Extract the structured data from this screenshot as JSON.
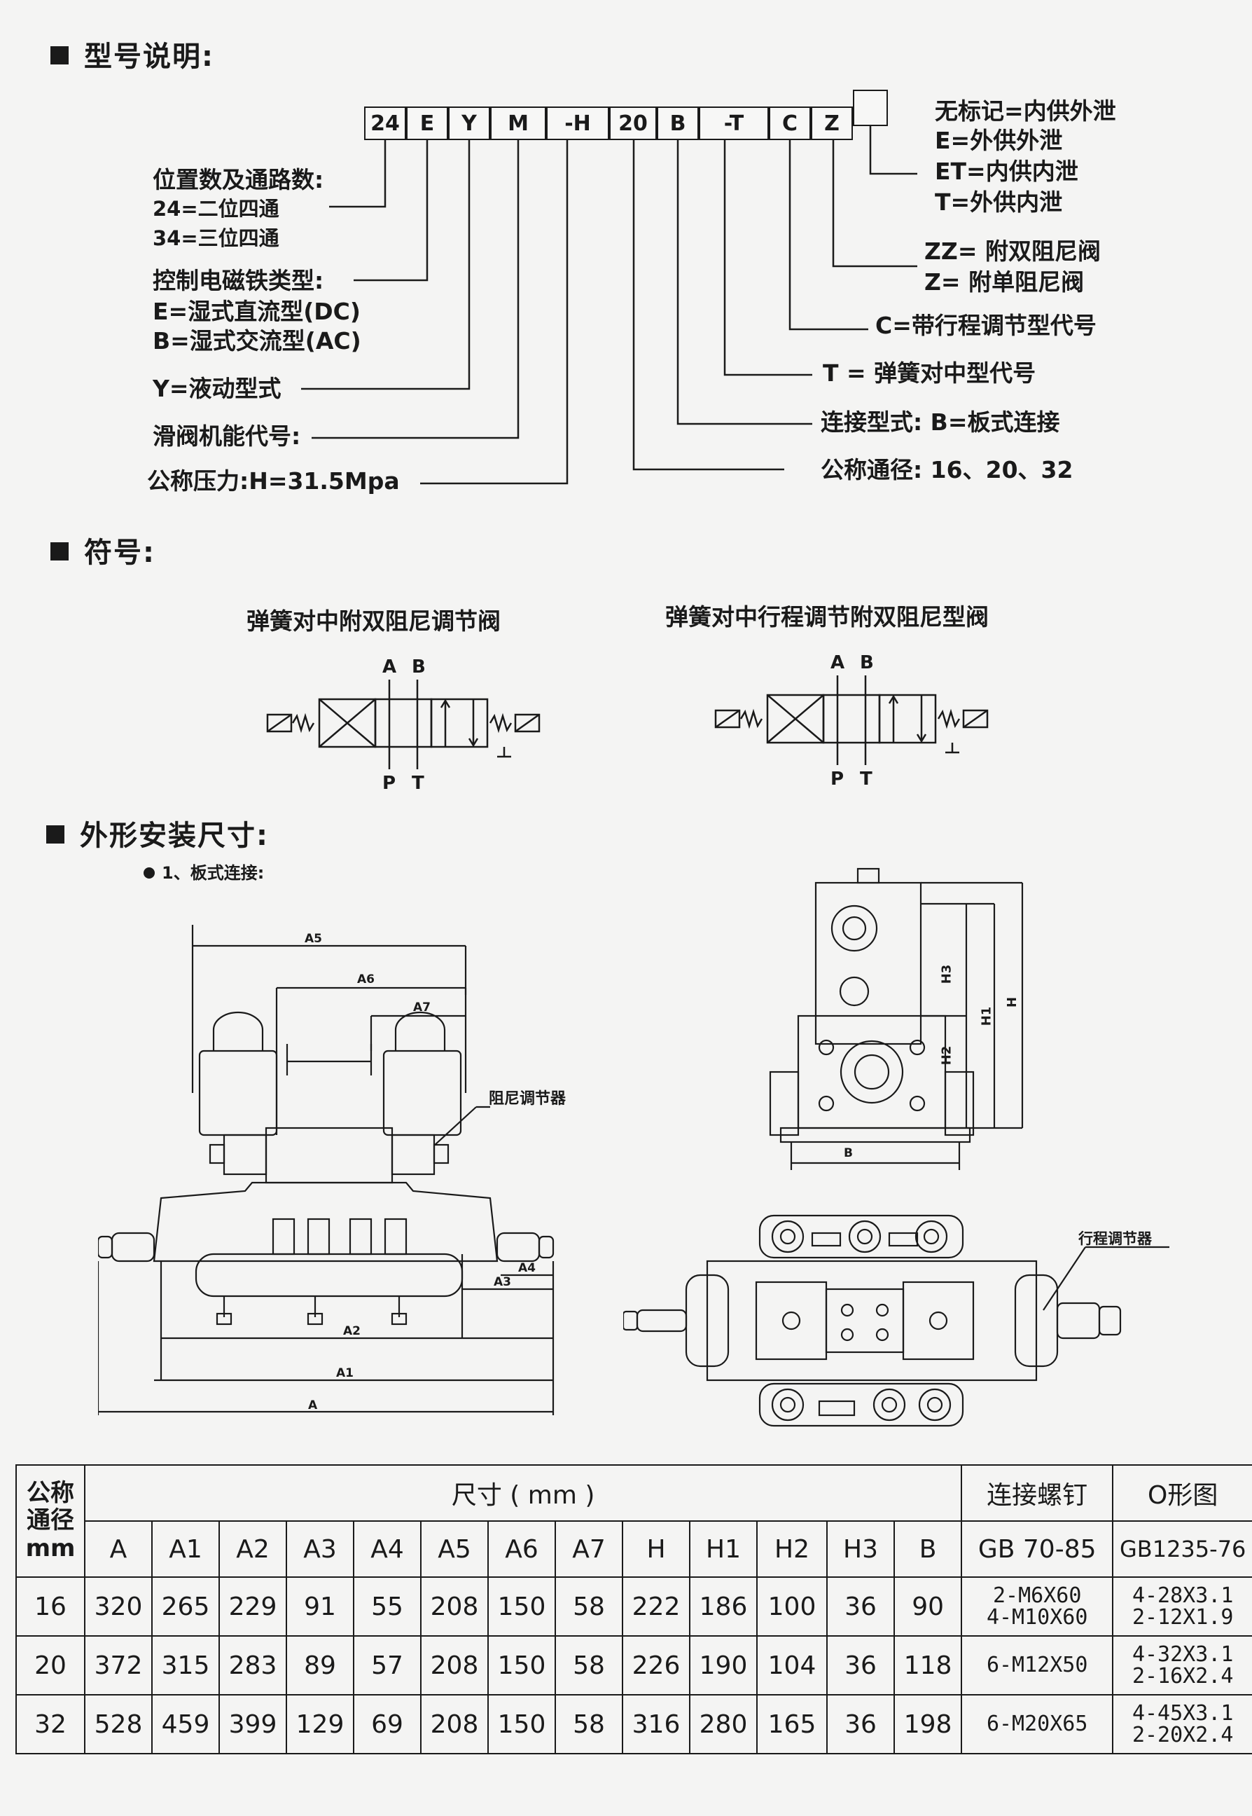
{
  "model_section": {
    "title": "型号说明:",
    "code_parts": [
      "24",
      "E",
      "Y",
      "M",
      "-H",
      "20",
      "B",
      "-T",
      "C",
      "Z",
      ""
    ],
    "left_labels": {
      "positions": [
        "位置数及通路数:",
        "24=二位四通",
        "34=三位四通"
      ],
      "solenoid": [
        "控制电磁铁类型:",
        "E=湿式直流型(DC)",
        "B=湿式交流型(AC)"
      ],
      "hydraulic": "Y=液动型式",
      "spool": "滑阀机能代号:",
      "pressure": "公称压力:H=31.5Mpa"
    },
    "right_labels": {
      "drain": [
        "无标记=内供外泄",
        "E=外供外泄",
        "ET=内供内泄",
        "T=外供内泄"
      ],
      "damper": [
        "ZZ= 附双阻尼阀",
        "Z= 附单阻尼阀"
      ],
      "stroke": "C=带行程调节型代号",
      "spring": "T = 弹簧对中型代号",
      "connection": "连接型式: B=板式连接",
      "diameter": "公称通径:  16、20、32"
    }
  },
  "symbol_section": {
    "title": "符号:",
    "symbol1_title": "弹簧对中附双阻尼调节阀",
    "symbol2_title": "弹簧对中行程调节附双阻尼型阀",
    "port_a": "A",
    "port_b": "B",
    "port_p": "P",
    "port_t": "T"
  },
  "install_section": {
    "title": "外形安装尺寸:",
    "subtitle": "1、板式连接:",
    "front_dims": [
      "A5",
      "A6",
      "A7",
      "A4",
      "A3",
      "A2",
      "A1",
      "A"
    ],
    "damper_label": "阻尼调节器",
    "side_dims": [
      "H3",
      "H2",
      "H1",
      "H",
      "B"
    ],
    "stroke_label": "行程调节器"
  },
  "spec_table": {
    "col1_header": "公称\n通径\nmm",
    "dim_header": "尺寸 ( mm )",
    "bolt_header": "连接螺钉",
    "oring_header": "O形图",
    "sub_headers": [
      "A",
      "A1",
      "A2",
      "A3",
      "A4",
      "A5",
      "A6",
      "A7",
      "H",
      "H1",
      "H2",
      "H3",
      "B"
    ],
    "bolt_std": "GB 70-85",
    "oring_std": "GB1235-76",
    "rows": [
      {
        "dn": "16",
        "vals": [
          "320",
          "265",
          "229",
          "91",
          "55",
          "208",
          "150",
          "58",
          "222",
          "186",
          "100",
          "36",
          "90"
        ],
        "bolts": "2-M6X60\n4-M10X60",
        "oring": "4-28X3.1\n2-12X1.9"
      },
      {
        "dn": "20",
        "vals": [
          "372",
          "315",
          "283",
          "89",
          "57",
          "208",
          "150",
          "58",
          "226",
          "190",
          "104",
          "36",
          "118"
        ],
        "bolts": "6-M12X50",
        "oring": "4-32X3.1\n2-16X2.4"
      },
      {
        "dn": "32",
        "vals": [
          "528",
          "459",
          "399",
          "129",
          "69",
          "208",
          "150",
          "58",
          "316",
          "280",
          "165",
          "36",
          "198"
        ],
        "bolts": "6-M20X65",
        "oring": "4-45X3.1\n2-20X2.4"
      }
    ]
  }
}
